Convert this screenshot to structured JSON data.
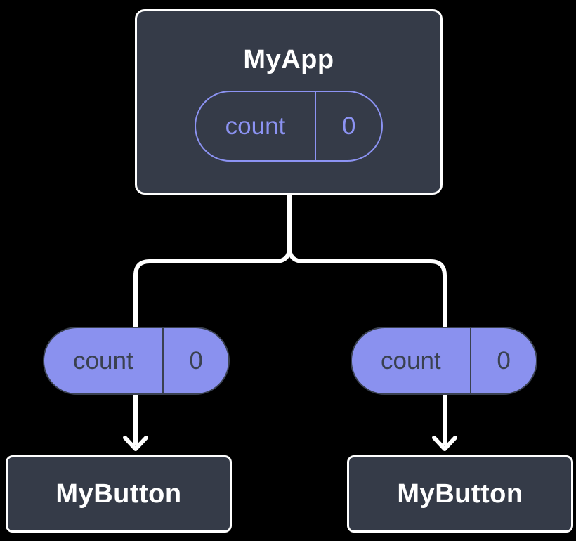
{
  "diagram": {
    "colors": {
      "background": "#000000",
      "node_bg": "#353b48",
      "node_border": "#ffffff",
      "title_text": "#ffffff",
      "accent_purple": "#8c93f3",
      "pill_fill": "#8a91ef",
      "pill_dark": "#3a4150",
      "connector": "#ffffff"
    },
    "root_node": {
      "title": "MyApp",
      "badge": {
        "label": "count",
        "value": "0"
      }
    },
    "props": [
      {
        "label": "count",
        "value": "0"
      },
      {
        "label": "count",
        "value": "0"
      }
    ],
    "leaf_nodes": [
      {
        "title": "MyButton"
      },
      {
        "title": "MyButton"
      }
    ]
  }
}
